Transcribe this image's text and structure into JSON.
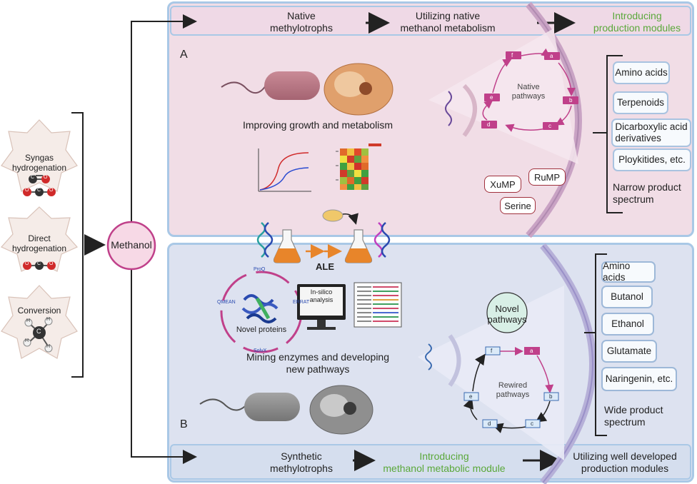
{
  "top_row": {
    "native": "Native\nmethylotrophs",
    "utilizing": "Utilizing native\nmethanol metabolism",
    "introducing": "Introducing\nproduction modules"
  },
  "bottom_row": {
    "synthetic": "Synthetic\nmethylotrophs",
    "introducing": "Introducing\nmethanol metabolic module",
    "utilizing": "Utilizing well developed\nproduction modules"
  },
  "panel_a": {
    "label": "A",
    "improving": "Improving growth and metabolism",
    "native_pathways": "Native\npathways",
    "pathway_nodes": [
      "a",
      "b",
      "c",
      "d",
      "e",
      "f"
    ],
    "pathways": [
      "XuMP",
      "RuMP",
      "Serine"
    ],
    "products": [
      "Amino acids",
      "Terpenoids",
      "Dicarboxylic acid\nderivatives",
      "Ploykitides, etc."
    ],
    "spectrum": "Narrow product\nspectrum"
  },
  "panel_b": {
    "label": "B",
    "ale": "ALE",
    "protein_labels": [
      "ProQ",
      "ERRAT",
      "SolvX",
      "QMEAN"
    ],
    "novel_proteins": "Novel proteins",
    "insilico": "In-silico\nanalysis",
    "mining": "Mining enzymes and developing\nnew pathways",
    "novel_pathways": "Novel\npathways",
    "rewired": "Rewired\npathways",
    "pathway_nodes": [
      "a",
      "b",
      "c",
      "d",
      "e",
      "f"
    ],
    "products": [
      "Amino acids",
      "Butanol",
      "Ethanol",
      "Glutamate",
      "Naringenin, etc."
    ],
    "spectrum": "Wide product\nspectrum"
  },
  "sources": [
    {
      "label": "Syngas\nhydrogenation",
      "atoms": [
        "C",
        "O",
        "O",
        "C",
        "O"
      ]
    },
    {
      "label": "Direct\nhydrogenation",
      "atoms": [
        "O",
        "C",
        "O"
      ]
    },
    {
      "label": "Conversion",
      "atoms": [
        "H",
        "C",
        "H",
        "H",
        "H"
      ]
    }
  ],
  "methanol": "Methanol",
  "colors": {
    "panel_a_bg": "#f1dde6",
    "panel_b_bg": "#dde2f0",
    "border_blue": "#a9c8e6",
    "methanol_circle": "#f7d9e6",
    "methanol_ring": "#c0408a",
    "green_text": "#5aa83a",
    "magenta_node": "#c0408a",
    "star_fill": "#f5ece8"
  }
}
